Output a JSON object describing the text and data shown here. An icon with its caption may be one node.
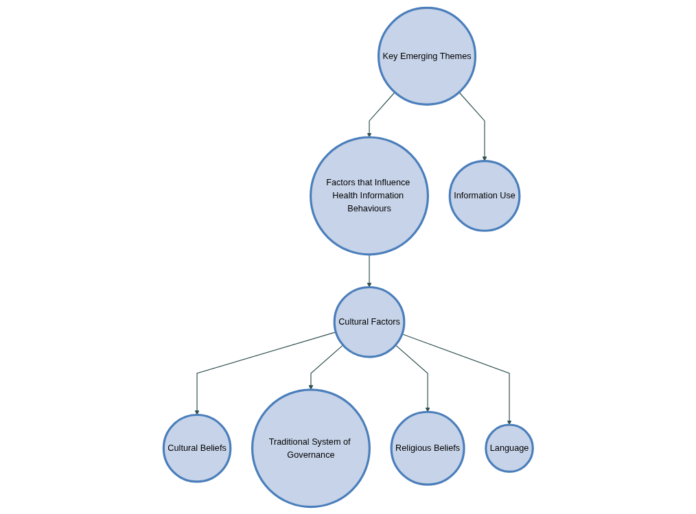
{
  "diagram": {
    "nodes": [
      {
        "text": [
          "Key Emerging Themes"
        ]
      },
      {
        "text": [
          "Factors that Influence Health Information Behaviours"
        ]
      },
      {
        "text": [
          "Information Use"
        ]
      },
      {
        "text": [
          "Cultural Factors"
        ]
      },
      {
        "text": [
          "Cultural Beliefs"
        ]
      },
      {
        "text": [
          "Traditional System of Governance"
        ]
      },
      {
        "text": [
          "Religious Beliefs"
        ]
      },
      {
        "text": [
          "Language"
        ]
      }
    ],
    "edges": [
      {
        "from": 0,
        "to": 1,
        "arrow": "to"
      },
      {
        "from": 0,
        "to": 2,
        "arrow": "to"
      },
      {
        "from": 1,
        "to": 3,
        "arrow": "to"
      },
      {
        "from": 3,
        "to": 4,
        "arrow": "to"
      },
      {
        "from": 3,
        "to": 5,
        "arrow": "to"
      },
      {
        "from": 3,
        "to": 6,
        "arrow": "to"
      },
      {
        "from": 3,
        "to": 7,
        "arrow": "to"
      }
    ]
  }
}
